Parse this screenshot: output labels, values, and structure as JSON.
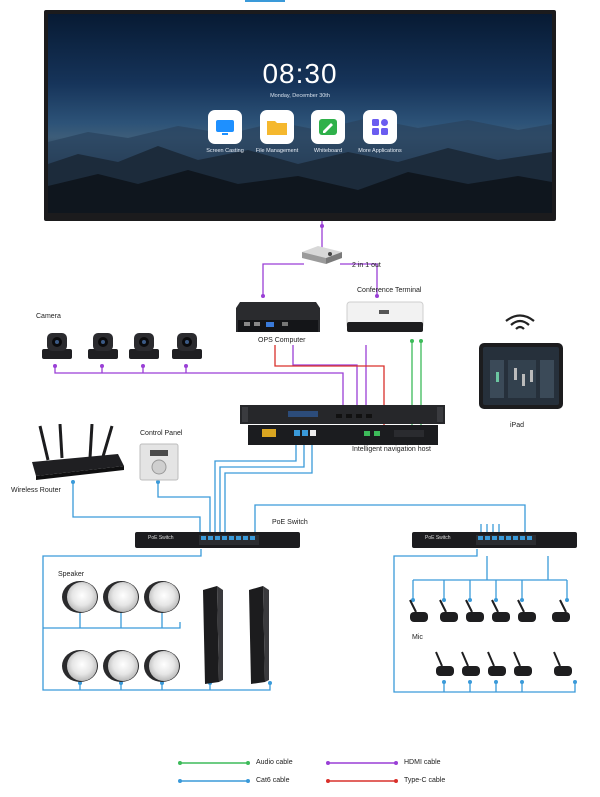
{
  "screen": {
    "time": "08:30",
    "date": "Monday, December 30th",
    "apps": [
      {
        "label": "Screen Casting",
        "icon": "screen-cast-icon",
        "color": "#1e90ff"
      },
      {
        "label": "File Management",
        "icon": "folder-icon",
        "color": "#f5b82e"
      },
      {
        "label": "Whiteboard",
        "icon": "pen-icon",
        "color": "#2fb14a"
      },
      {
        "label": "More Applications",
        "icon": "apps-grid-icon",
        "color": "#6a5cf0"
      }
    ]
  },
  "labels": {
    "switcher": "2 in 1 out",
    "conference": "Conference Terminal",
    "camera": "Camera",
    "ops": "OPS Computer",
    "ipad": "iPad",
    "control_panel": "Control Panel",
    "nav_host": "Intelligent navigation host",
    "router": "Wireless Router",
    "poe": "PoE Switch",
    "speaker": "Speaker",
    "mic": "Mic"
  },
  "legend": [
    {
      "label": "Audio cable",
      "color": "#3dbb5a"
    },
    {
      "label": "HDMI cable",
      "color": "#9a3fd6"
    },
    {
      "label": "Cat6 cable",
      "color": "#3a9ad9"
    },
    {
      "label": "Type-C cable",
      "color": "#d9302b"
    }
  ],
  "colors": {
    "audio": "#3dbb5a",
    "hdmi": "#9a3fd6",
    "cat6": "#3a9ad9",
    "typec": "#d9302b"
  }
}
